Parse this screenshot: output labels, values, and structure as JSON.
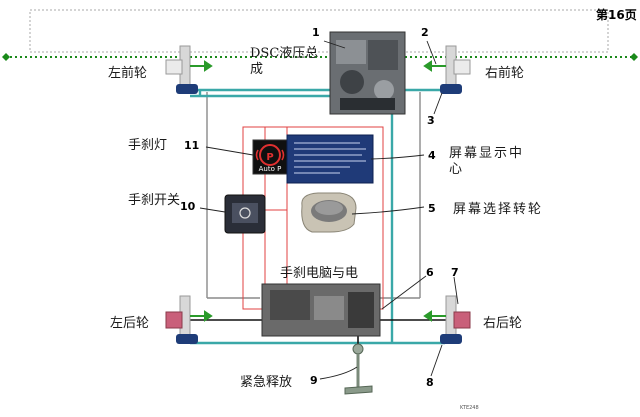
{
  "page_number": "第16页",
  "labels": {
    "dsc_unit": "DSC液压总成",
    "front_left": "左前轮",
    "front_right": "右前轮",
    "handbrake_light": "手刹灯",
    "display_center": "屏幕显示中心",
    "handbrake_switch": "手刹开关",
    "selector_wheel": "屏幕选择转轮",
    "ecu_motor": "手刹电脑与电",
    "rear_left": "左后轮",
    "rear_right": "右后轮",
    "emergency_release": "紧急释放",
    "auto_p": "Auto P",
    "p_symbol": "P"
  },
  "callouts": {
    "n1": "1",
    "n2": "2",
    "n3": "3",
    "n4": "4",
    "n5": "5",
    "n6": "6",
    "n7": "7",
    "n8": "8",
    "n9": "9",
    "n10": "10",
    "n11": "11"
  },
  "figure_code": "KTE248",
  "colors": {
    "brake_line": "#3aa8a8",
    "signal_line": "#e04040",
    "frame_line": "#8a8a8a",
    "dotted_axle": "#1a8a1a",
    "caliper": "#1e3c78",
    "rotor": "#d8d8d8",
    "arrow_green": "#2a9a2a"
  }
}
